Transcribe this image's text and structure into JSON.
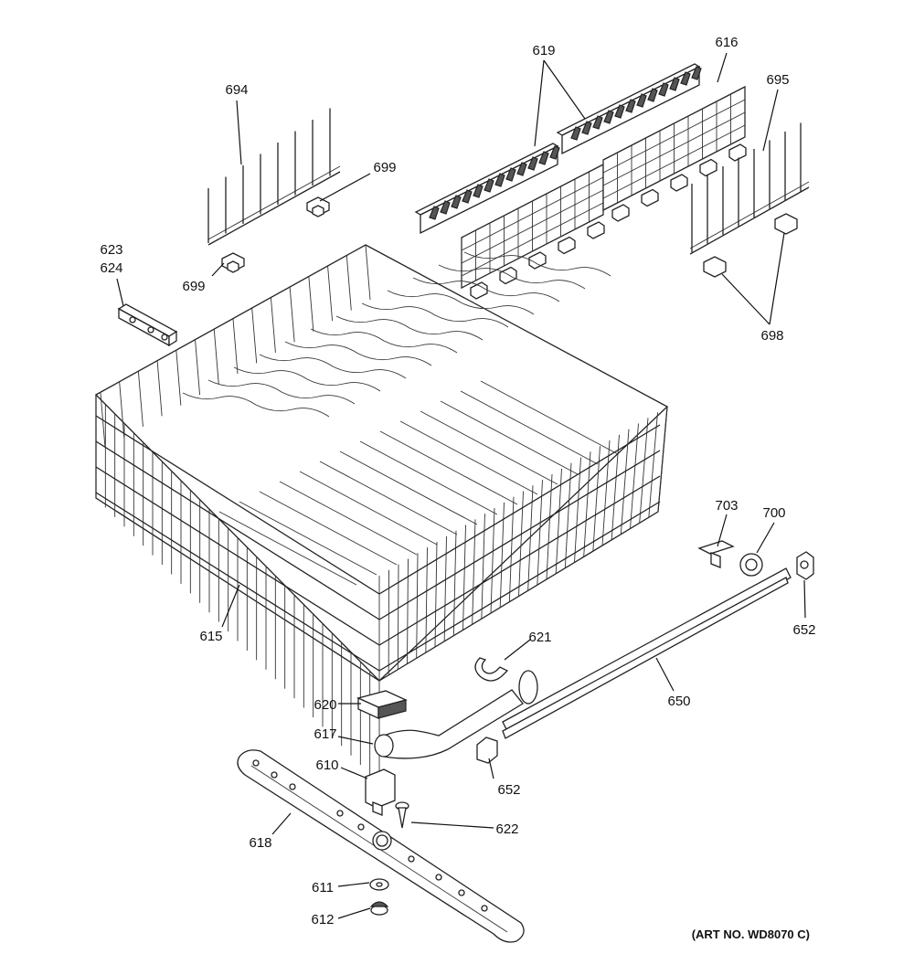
{
  "diagram": {
    "art_number": "(ART NO. WD8070 C)",
    "callouts": {
      "c694": "694",
      "c699a": "699",
      "c699b": "699",
      "c623": "623",
      "c624": "624",
      "c619": "619",
      "c616": "616",
      "c695": "695",
      "c698": "698",
      "c615": "615",
      "c703": "703",
      "c700": "700",
      "c652a": "652",
      "c652b": "652",
      "c621": "621",
      "c650": "650",
      "c620": "620",
      "c617": "617",
      "c610": "610",
      "c622": "622",
      "c618": "618",
      "c611": "611",
      "c612": "612"
    }
  }
}
